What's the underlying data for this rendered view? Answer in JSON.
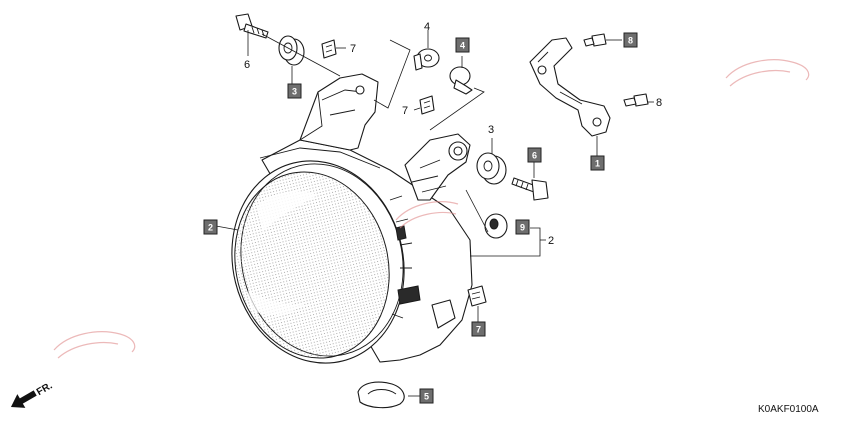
{
  "diagram": {
    "code": "K0AKF0100A",
    "front_arrow_label": "FR.",
    "callouts_plain": {
      "c6": "6",
      "c7a": "7",
      "c4": "4",
      "c7b": "7",
      "c3": "3",
      "c2": "2",
      "c8": "8"
    },
    "callouts_boxed": {
      "b3": "3",
      "b4": "4",
      "b8": "8",
      "b6": "6",
      "b1": "1",
      "b9": "9",
      "b2": "2",
      "b7": "7",
      "b5": "5"
    },
    "colors": {
      "box_fill": "#6e6e6e",
      "line": "#1a1a1a",
      "watermark": "#e08a8a"
    }
  }
}
